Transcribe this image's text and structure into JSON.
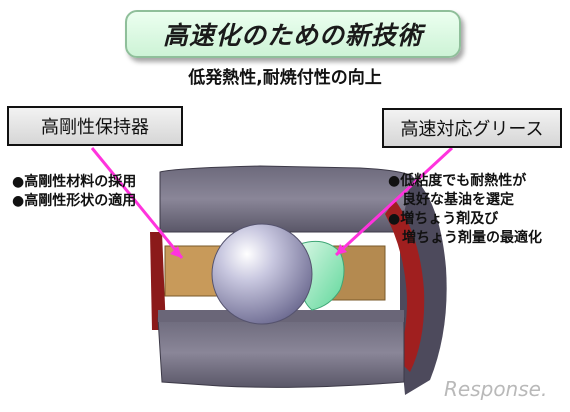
{
  "title": "高速化のための新技術",
  "subtitle": "低発熱性,耐焼付性の向上",
  "left_label": "高剛性保持器",
  "right_label": "高速対応グリース",
  "left_bullets": [
    "●高剛性材料の採用",
    "●高剛性形状の適用"
  ],
  "right_bullets": [
    "●低粘度でも耐熱性が",
    "良好な基油を選定",
    "●増ちょう剤及び",
    "増ちょう剤量の最適化"
  ],
  "watermark": "Response.",
  "colors": {
    "title_bg": "#cdf3d6",
    "arrow": "#ff33dd",
    "ring": "#7a7588",
    "seal": "#8b1a1a",
    "ball": "#a8a6c8",
    "grease": "#8ee2b4",
    "cage": "#c89a5a"
  }
}
